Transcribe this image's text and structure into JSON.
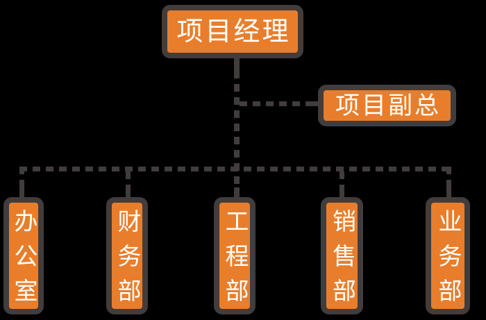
{
  "diagram": {
    "type": "org-chart",
    "nodes": {
      "root": {
        "label": "项目经理",
        "role": "top"
      },
      "deputy": {
        "label": "项目副总",
        "role": "side-branch"
      },
      "departments": [
        {
          "label": "办公室"
        },
        {
          "label": "财务部"
        },
        {
          "label": "工程部"
        },
        {
          "label": "销售部"
        },
        {
          "label": "业务部"
        }
      ]
    },
    "edges": [
      {
        "from": "项目经理",
        "to": "项目副总",
        "style": "dashed"
      },
      {
        "from": "项目经理",
        "to": "办公室",
        "style": "dashed"
      },
      {
        "from": "项目经理",
        "to": "财务部",
        "style": "dashed"
      },
      {
        "from": "项目经理",
        "to": "工程部",
        "style": "dashed"
      },
      {
        "from": "项目经理",
        "to": "销售部",
        "style": "dashed"
      },
      {
        "from": "项目经理",
        "to": "业务部",
        "style": "dashed"
      }
    ]
  },
  "colors": {
    "background": "#000000",
    "node_fill": "#e87e2b",
    "node_border": "#423d3d",
    "connector": "#423d3d",
    "node_text": "#ffffff"
  }
}
